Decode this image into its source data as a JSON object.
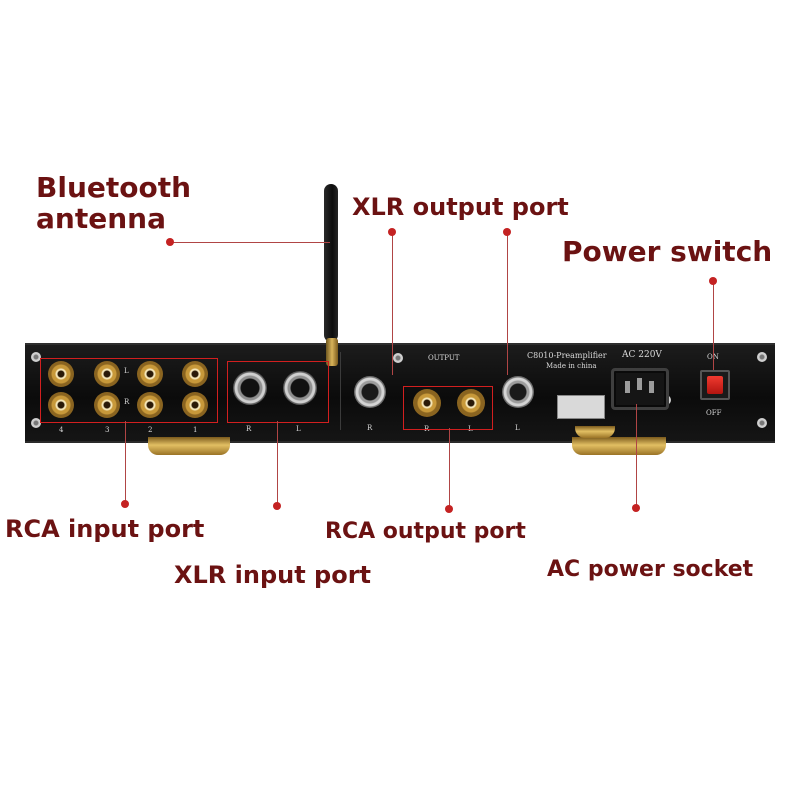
{
  "callouts": {
    "bluetooth_line1": "Bluetooth",
    "bluetooth_line2": "antenna",
    "xlr_output": "XLR output port",
    "power_switch": "Power switch",
    "rca_input": "RCA input port",
    "xlr_input": "XLR input port",
    "rca_output": "RCA output port",
    "ac_power_socket": "AC power socket"
  },
  "panel": {
    "model": "C8010-Preamplifier",
    "made_in": "Made in china",
    "voltage": "AC 220V",
    "output": "OUTPUT",
    "on": "ON",
    "off": "OFF",
    "rca_in_numbers": [
      "4",
      "3",
      "2",
      "1"
    ],
    "row_l": "L",
    "row_r": "R",
    "xlr_in_r": "R",
    "xlr_in_l": "L",
    "xlr_out_r": "R",
    "xlr_out_l": "L",
    "rca_out_r": "R",
    "rca_out_l": "L"
  },
  "colors": {
    "callout_text": "#6b1212",
    "leader_dot": "#c42222",
    "highlight_box": "#d21f1f",
    "chassis": "#121212",
    "gold": "#c8993a",
    "power_switch": "#d3201c"
  }
}
